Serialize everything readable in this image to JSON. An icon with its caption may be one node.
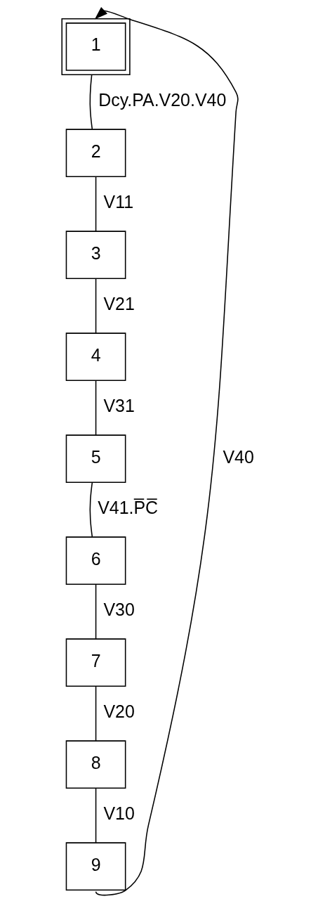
{
  "diagram": {
    "nodes": [
      {
        "text": [
          "1"
        ]
      },
      {
        "text": [
          "2"
        ]
      },
      {
        "text": [
          "3"
        ]
      },
      {
        "text": [
          "4"
        ]
      },
      {
        "text": [
          "5"
        ]
      },
      {
        "text": [
          "6"
        ]
      },
      {
        "text": [
          "7"
        ]
      },
      {
        "text": [
          "8"
        ]
      },
      {
        "text": [
          "9"
        ]
      }
    ],
    "edges": [
      {
        "from": 0,
        "to": 1,
        "arrow": "none",
        "label": "Dcy.PA.V20.V40"
      },
      {
        "from": 1,
        "to": 2,
        "arrow": "none",
        "label": "V11"
      },
      {
        "from": 2,
        "to": 3,
        "arrow": "none",
        "label": "V21"
      },
      {
        "from": 3,
        "to": 4,
        "arrow": "none",
        "label": "V31"
      },
      {
        "from": 4,
        "to": 5,
        "arrow": "none",
        "label": "V41.P̅C̅"
      },
      {
        "from": 5,
        "to": 6,
        "arrow": "none",
        "label": "V30"
      },
      {
        "from": 6,
        "to": 7,
        "arrow": "none",
        "label": "V20"
      },
      {
        "from": 7,
        "to": 8,
        "arrow": "none",
        "label": "V10"
      },
      {
        "from": 8,
        "to": 0,
        "arrow": "to",
        "label": "V40"
      }
    ]
  }
}
